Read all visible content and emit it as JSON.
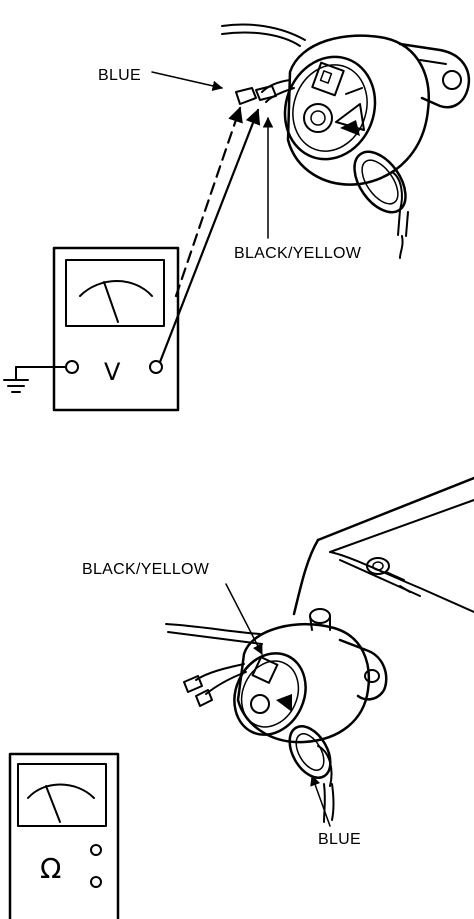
{
  "figure_top": {
    "labels": {
      "wire_1": "BLUE",
      "wire_2": "BLACK/YELLOW"
    },
    "meter_symbol": "V",
    "meter_type": "voltmeter"
  },
  "figure_bottom": {
    "labels": {
      "wire_1": "BLACK/YELLOW",
      "wire_2": "BLUE"
    },
    "meter_symbol": "Ω",
    "meter_type": "ohmmeter"
  },
  "icons": [
    "ground-icon",
    "distributor-illustration",
    "analog-needle-icon"
  ],
  "colors": {
    "ink": "#000000",
    "paper": "#ffffff"
  }
}
